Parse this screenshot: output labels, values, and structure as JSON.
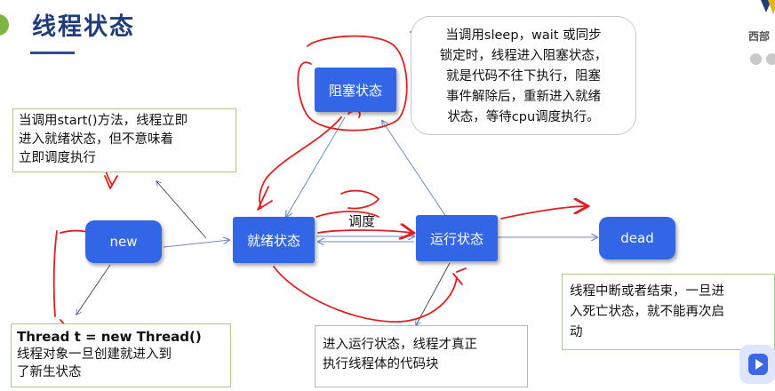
{
  "slide": {
    "title": "线程状态",
    "brand_text": "西部"
  },
  "states": {
    "new": "new",
    "ready": "就绪状态",
    "blocked": "阻塞状态",
    "running": "运行状态",
    "dead": "dead"
  },
  "edge_labels": {
    "schedule": "调度"
  },
  "notes": {
    "start_call": [
      "当调用start()方法，线程立即",
      "进入就绪状态，但不意味着",
      "立即调度执行"
    ],
    "sleep_wait": [
      "当调用sleep，wait 或同步",
      "锁定时，线程进入阻塞状态，",
      "就是代码不往下执行，阻塞",
      "事件解除后，重新进入就绪",
      "状态，等待cpu调度执行。"
    ],
    "new_thread": {
      "code": "Thread t = new Thread()",
      "lines": [
        "线程对象一旦创建就进入到",
        "了新生状态"
      ]
    },
    "running_enter": [
      "进入运行状态，线程才真正",
      "执行线程体的代码块"
    ],
    "dead_enter": [
      "线程中断或者结束，一旦进",
      "入死亡状态，就不能再次启",
      "动"
    ]
  },
  "colors": {
    "state_fill": "#3366e6",
    "title": "#1f3d7a",
    "annotation": "#e02020",
    "note_border": "#a9cc90"
  }
}
